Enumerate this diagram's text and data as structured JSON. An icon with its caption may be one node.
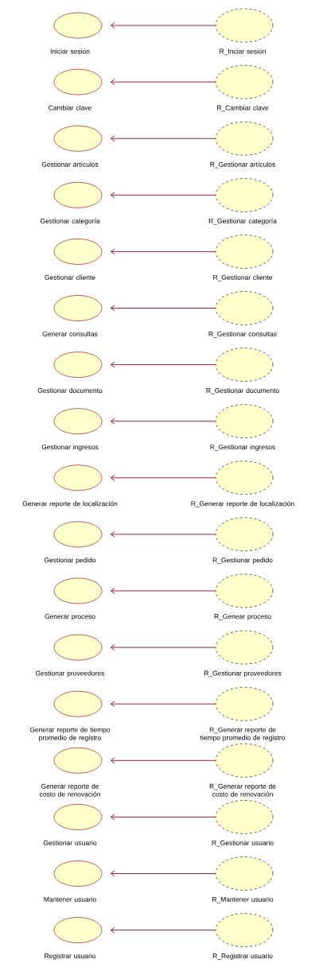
{
  "diagram": {
    "nodes": [
      {
        "text": [
          "Iniciar sesión"
        ]
      },
      {
        "text": [
          "R_Inciar sesión"
        ]
      },
      {
        "text": [
          "Cambiar clave"
        ]
      },
      {
        "text": [
          "R_Cambiar clave"
        ]
      },
      {
        "text": [
          "Gestionar artículos"
        ]
      },
      {
        "text": [
          "R_Gestionar artículos"
        ]
      },
      {
        "text": [
          "Gestionar categoría"
        ]
      },
      {
        "text": [
          "R_Gestionar categoría"
        ]
      },
      {
        "text": [
          "Gestionar cliente"
        ]
      },
      {
        "text": [
          "R_Gestionar cliente"
        ]
      },
      {
        "text": [
          "Generar consultas"
        ]
      },
      {
        "text": [
          "R_Gestionar consultas"
        ]
      },
      {
        "text": [
          "Gestionar documento"
        ]
      },
      {
        "text": [
          "R_Gestionar documento"
        ]
      },
      {
        "text": [
          "Gestionar ingresos"
        ]
      },
      {
        "text": [
          "R_Gestionar ingresos"
        ]
      },
      {
        "text": [
          "Generar reporte de localización"
        ]
      },
      {
        "text": [
          "R_Generar reporte de localización"
        ]
      },
      {
        "text": [
          "Gestionar pedido"
        ]
      },
      {
        "text": [
          "R_Gestionar pedido"
        ]
      },
      {
        "text": [
          "Generar proceso"
        ]
      },
      {
        "text": [
          "R_Genear proceso"
        ]
      },
      {
        "text": [
          "Gestionar proveedores"
        ]
      },
      {
        "text": [
          "R_Gestionar proveedores"
        ]
      },
      {
        "text": [
          "Generar reporte de tiempo promedio de registro"
        ]
      },
      {
        "text": [
          "R_Generar reporte de tiempo promedio de registro"
        ]
      },
      {
        "text": [
          "Generar reporte de costo de renovación"
        ]
      },
      {
        "text": [
          "R_Generar reporte de costo de renovación"
        ]
      },
      {
        "text": [
          "Gestionar usuario"
        ]
      },
      {
        "text": [
          "R_Gestionar usuario"
        ]
      },
      {
        "text": [
          "Mantener usuario"
        ]
      },
      {
        "text": [
          "R_Mantener usuario"
        ]
      },
      {
        "text": [
          "Registrar usuario"
        ]
      },
      {
        "text": [
          "R_Registrar usuario"
        ]
      }
    ],
    "edges": [
      {
        "from": 1,
        "to": 0,
        "arrow": "to"
      },
      {
        "from": 3,
        "to": 2,
        "arrow": "to"
      },
      {
        "from": 5,
        "to": 4,
        "arrow": "to"
      },
      {
        "from": 7,
        "to": 6,
        "arrow": "to"
      },
      {
        "from": 9,
        "to": 8,
        "arrow": "to"
      },
      {
        "from": 11,
        "to": 10,
        "arrow": "to"
      },
      {
        "from": 13,
        "to": 12,
        "arrow": "to"
      },
      {
        "from": 15,
        "to": 14,
        "arrow": "to"
      },
      {
        "from": 17,
        "to": 16,
        "arrow": "to"
      },
      {
        "from": 19,
        "to": 18,
        "arrow": "to"
      },
      {
        "from": 21,
        "to": 20,
        "arrow": "to"
      },
      {
        "from": 23,
        "to": 22,
        "arrow": "to"
      },
      {
        "from": 25,
        "to": 24,
        "arrow": "to"
      },
      {
        "from": 27,
        "to": 26,
        "arrow": "to"
      },
      {
        "from": 29,
        "to": 28,
        "arrow": "to"
      },
      {
        "from": 31,
        "to": 30,
        "arrow": "to"
      },
      {
        "from": 33,
        "to": 32,
        "arrow": "to"
      }
    ]
  }
}
